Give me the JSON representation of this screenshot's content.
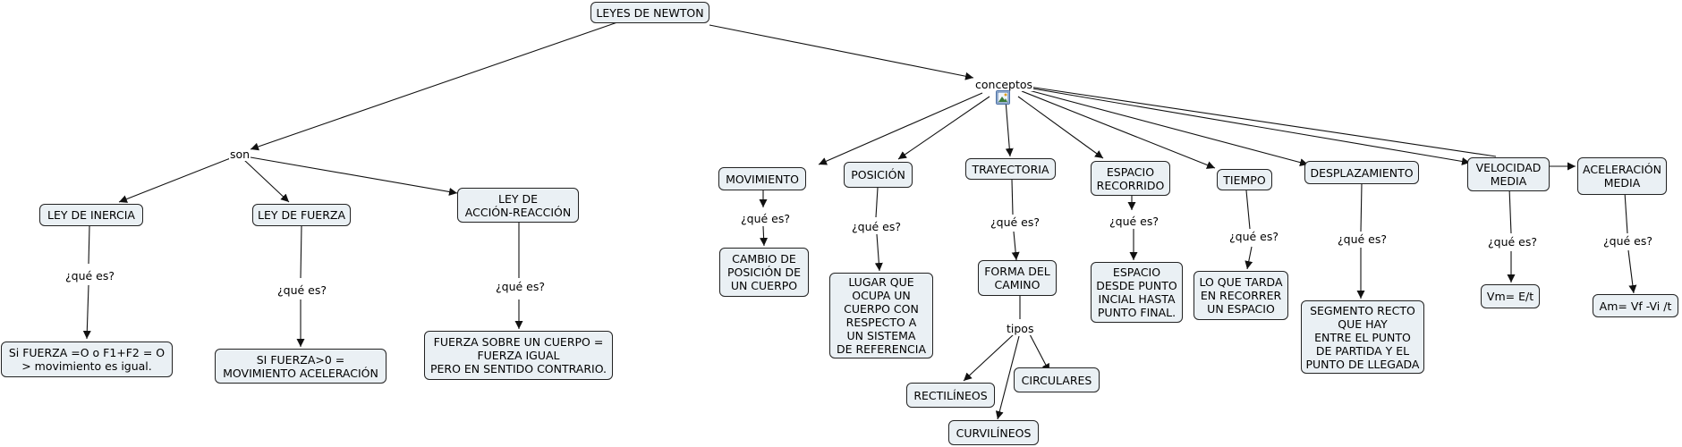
{
  "root": "LEYES DE NEWTON",
  "left_branch": {
    "link": "son",
    "laws": [
      {
        "title": "LEY DE INERCIA",
        "question": "¿qué es?",
        "answer": "Si FUERZA =O o F1+F2 = O\n> movimiento es igual."
      },
      {
        "title": "LEY DE FUERZA",
        "question": "¿qué es?",
        "answer": "SI FUERZA>0 =\nMOVIMIENTO ACELERACIÓN"
      },
      {
        "title": "LEY DE\nACCIÓN-REACCIÓN",
        "question": "¿qué es?",
        "answer": "FUERZA SOBRE UN CUERPO =\nFUERZA IGUAL\nPERO EN SENTIDO CONTRARIO."
      }
    ]
  },
  "right_branch": {
    "link": "conceptos",
    "link_icon": "image-icon",
    "concepts": [
      {
        "title": "MOVIMIENTO",
        "question": "¿qué es?",
        "answer": "CAMBIO DE\nPOSICIÓN DE\nUN CUERPO"
      },
      {
        "title": "POSICIÓN",
        "question": "¿qué es?",
        "answer": "LUGAR QUE\nOCUPA UN\nCUERPO CON\nRESPECTO A\nUN SISTEMA\nDE REFERENCIA"
      },
      {
        "title": "TRAYECTORIA",
        "question": "¿qué es?",
        "answer": "FORMA DEL\nCAMINO"
      },
      {
        "title": "ESPACIO\nRECORRIDO",
        "question": "¿qué es?",
        "answer": "ESPACIO\nDESDE PUNTO\nINCIAL HASTA\nPUNTO FINAL."
      },
      {
        "title": "TIEMPO",
        "question": "¿qué es?",
        "answer": "LO QUE TARDA\nEN RECORRER\nUN ESPACIO"
      },
      {
        "title": "DESPLAZAMIENTO",
        "question": "¿qué es?",
        "answer": "SEGMENTO RECTO\nQUE HAY\nENTRE EL PUNTO\nDE PARTIDA Y EL\nPUNTO DE LLEGADA"
      },
      {
        "title": "VELOCIDAD\nMEDIA",
        "question": "¿qué es?",
        "answer": "Vm= E/t"
      },
      {
        "title": "ACELERACIÓN\nMEDIA",
        "question": "¿qué es?",
        "answer": "Am= Vf -Vi /t"
      }
    ],
    "path_types": {
      "link": "tipos",
      "types": [
        "RECTILÍNEOS",
        "CIRCULARES",
        "CURVILÍNEOS"
      ]
    }
  },
  "colors": {
    "node_fill": "#eaf0f4",
    "border": "#222222",
    "line": "#111111"
  }
}
